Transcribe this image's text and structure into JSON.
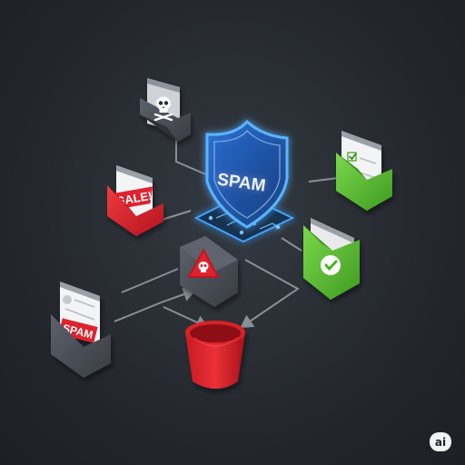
{
  "shield": {
    "label": "SPAM",
    "glow_color": "#3fa2ff"
  },
  "sale_email": {
    "stamp": "SALE!"
  },
  "spam_email": {
    "stamp": "SPAM"
  },
  "green_doc": {
    "title": ""
  },
  "badge": {
    "label": "ai"
  },
  "colors": {
    "spam_red": "#e0242e",
    "safe_green": "#4caf2a",
    "neutral_gray": "#4a4f57",
    "flow_line": "#9aa0a8"
  },
  "icons": [
    "skull-icon",
    "shield-icon",
    "sale-tag-icon",
    "warning-skull-icon",
    "checkmark-icon",
    "trash-bin-icon"
  ]
}
